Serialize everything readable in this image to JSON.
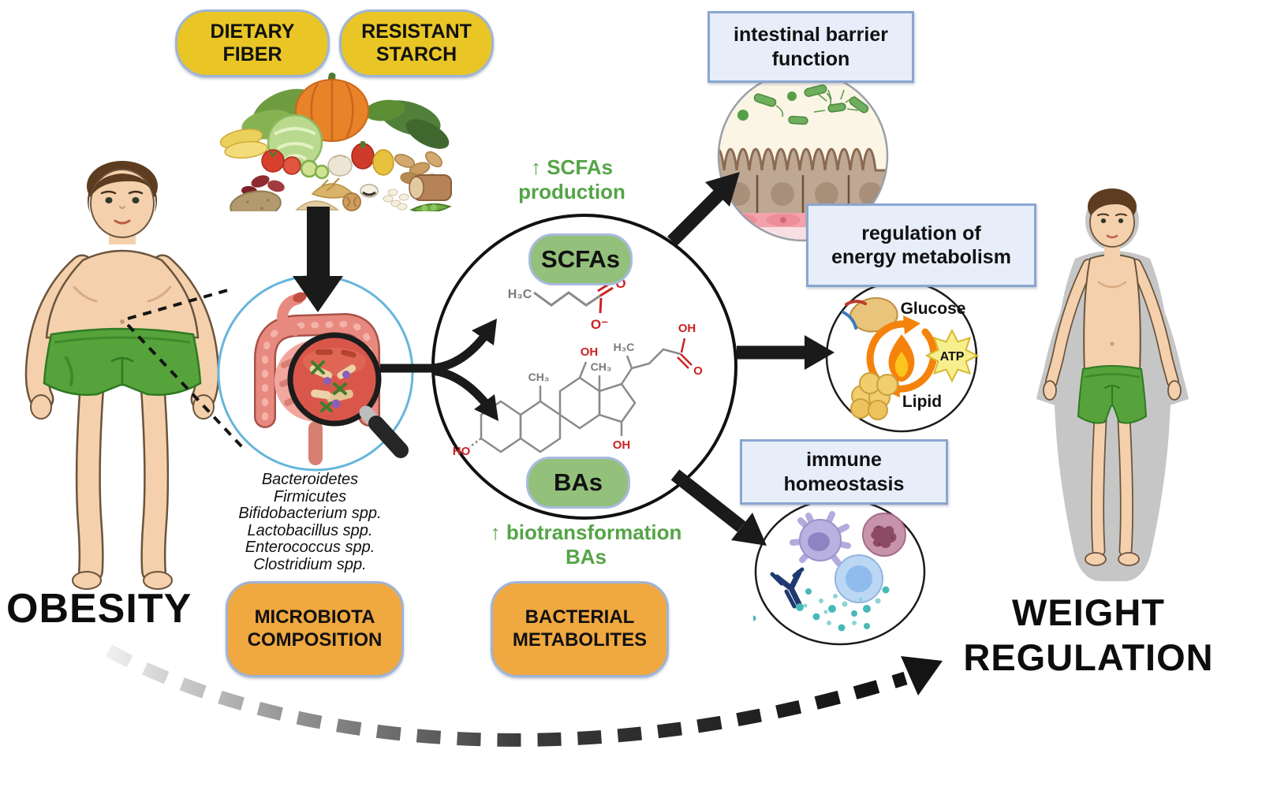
{
  "pills": {
    "dietary_fiber": "DIETARY FIBER",
    "resistant_starch": "RESISTANT STARCH",
    "microbiota_composition": "MICROBIOTA COMPOSITION",
    "bacterial_metabolites": "BACTERIAL METABOLITES",
    "scfas": "SCFAs",
    "bas": "BAs"
  },
  "endpoints": {
    "obesity": "OBESITY",
    "weight_regulation": "WEIGHT REGULATION"
  },
  "notes": {
    "scfas_production": "↑ SCFAs production",
    "biotransformation_bas": "↑ biotransformation BAs"
  },
  "microbiota_taxa": [
    "Bacteroidetes",
    "Firmicutes",
    "Bifidobacterium spp.",
    "Lactobacillus spp.",
    "Enterococcus spp.",
    "Clostridium spp."
  ],
  "outcomes": {
    "intestinal_barrier": "intestinal barrier function",
    "energy_metabolism": "regulation of energy metabolism",
    "immune_homeostasis": "immune homeostasis"
  },
  "energy_circle": {
    "glucose": "Glucose",
    "atp": "ATP",
    "lipid": "Lipid"
  },
  "chemistry": {
    "h3c": "H₃C",
    "ch3": "CH₃",
    "oh": "OH",
    "ho": "HO",
    "o": "O",
    "o_minus": "O⁻"
  },
  "colors": {
    "yellow_pill": "#e9c626",
    "orange_pill": "#f0a840",
    "green_pill": "#93c07b",
    "pill_border": "#9fb4d6",
    "green_text": "#54a446",
    "info_box_bg": "#e7eefa",
    "info_box_border": "#8aa6cf",
    "arrow_black": "#1a1a1a",
    "gut_ring_blue": "#66b5dc",
    "shorts_green": "#55a33a",
    "skin": "#f4d0ad"
  }
}
